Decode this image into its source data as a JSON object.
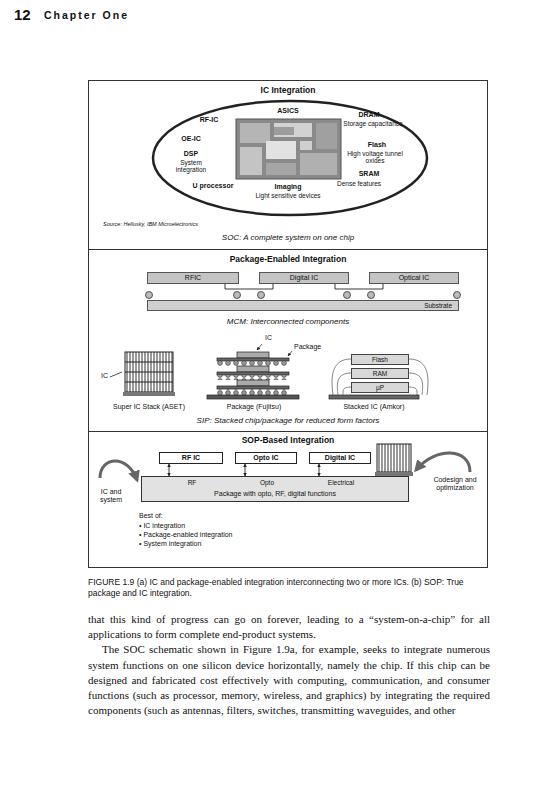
{
  "diagram": {
    "caption": "FIGURE 1.9 (a) IC and package-enabled integration interconnecting two or more ICs. (b) SOP: True package and IC integration.",
    "nodes": [
      {
        "text": [
          "IC Integration",
          "Source: Hellusky, IBM Microelectronics",
          "SOC: A complete system on one chip"
        ]
      },
      {
        "text": [
          "ASICS",
          "RF-IC",
          "DRAM",
          "Storage capacitance",
          "OE-IC",
          "Flash",
          "High voltage tunnel oxides",
          "DSP",
          "System integration",
          "SRAM",
          "Dense features",
          "U processor",
          "Imaging",
          "Light sensitive devices"
        ],
        "in": 0
      },
      {
        "text": [
          "Package-Enabled Integration",
          "MCM: Interconnected components",
          "IC",
          "Package",
          "IC",
          "Super IC Stack (ASET)",
          "Package (Fujitsu)",
          "Stacked IC (Amkor)",
          "SIP: Stacked chip/package for reduced form factors"
        ]
      },
      {
        "text": [
          "RFIC"
        ],
        "in": 2
      },
      {
        "text": [
          "Digital IC"
        ],
        "in": 2
      },
      {
        "text": [
          "Optical IC"
        ],
        "in": 2
      },
      {
        "text": [
          "Substrate"
        ],
        "in": 2
      },
      {
        "text": [
          "Flash"
        ],
        "in": 2
      },
      {
        "text": [
          "RAM"
        ],
        "in": 2
      },
      {
        "text": [
          "µP"
        ],
        "in": 2
      },
      {
        "text": [
          "SOP-Based Integration",
          "IC and system",
          "Codesign and optimization",
          "Best of:",
          "• IC integration",
          "• Package-enabled integration",
          "• System integration"
        ]
      },
      {
        "text": [
          "RF IC"
        ],
        "in": 10
      },
      {
        "text": [
          "Opto IC"
        ],
        "in": 10
      },
      {
        "text": [
          "Digital IC"
        ],
        "in": 10
      },
      {
        "text": [
          "RF",
          "Opto",
          "Electrical",
          "Package with opto, RF, digital functions"
        ],
        "in": 10
      }
    ],
    "edges": [
      {
        "from": 3,
        "to": 4,
        "arrow": "none"
      },
      {
        "from": 4,
        "to": 5,
        "arrow": "none"
      },
      {
        "from": 11,
        "to": 14,
        "arrow": "both"
      },
      {
        "from": 12,
        "to": 14,
        "arrow": "both"
      },
      {
        "from": 13,
        "to": 14,
        "arrow": "both"
      }
    ],
    "labels": [
      "12",
      "Chapter One",
      "that this kind of progress can go on forever, leading to a “system-on-a-chip” for all applications to form complete end-product systems.",
      "The SOC schematic shown in Figure 1.9a, for example, seeks to integrate numerous system functions on one silicon device horizontally, namely the chip. If this chip can be designed and fabricated cost effectively with computing, communication, and consumer functions (such as processor, memory, wireless, and graphics) by integrating the required components (such as antennas, filters, switches, transmitting waveguides, and other"
    ]
  }
}
